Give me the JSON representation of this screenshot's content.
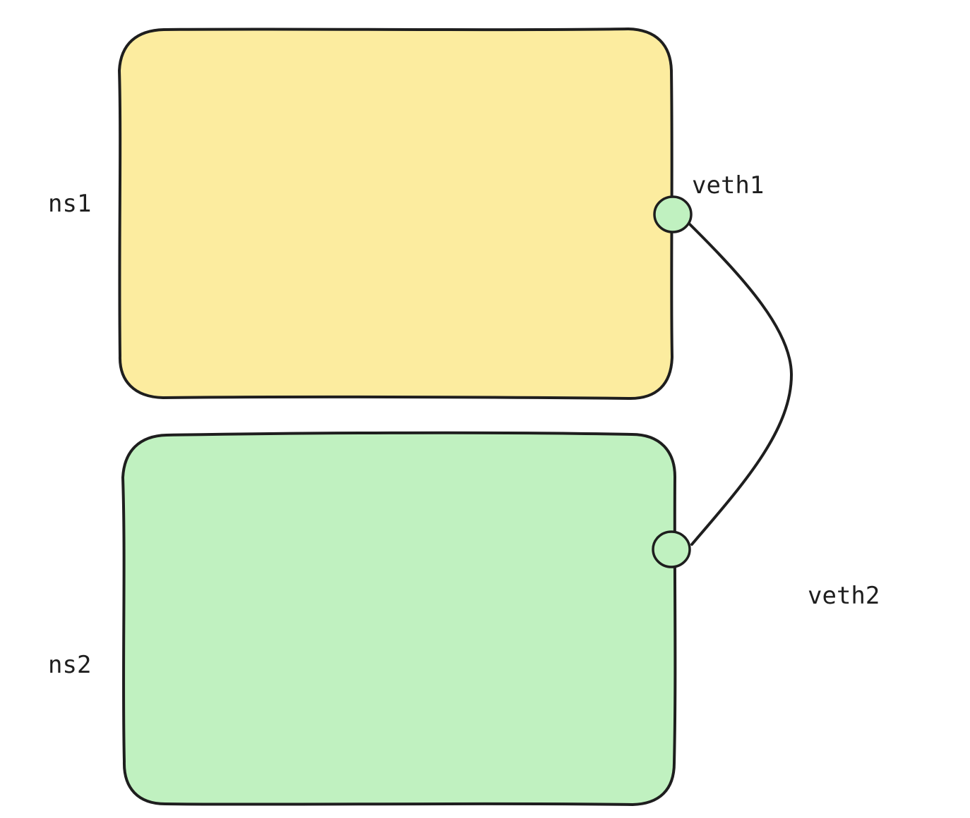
{
  "colors": {
    "ns1_fill": "#fcec9f",
    "ns2_fill": "#c0f1c0",
    "port_fill": "#c0f1c0",
    "stroke": "#1e1e1e",
    "background": "#ffffff"
  },
  "namespaces": [
    {
      "label": "ns1"
    },
    {
      "label": "ns2"
    }
  ],
  "interfaces": [
    {
      "label": "veth1"
    },
    {
      "label": "veth2"
    }
  ]
}
